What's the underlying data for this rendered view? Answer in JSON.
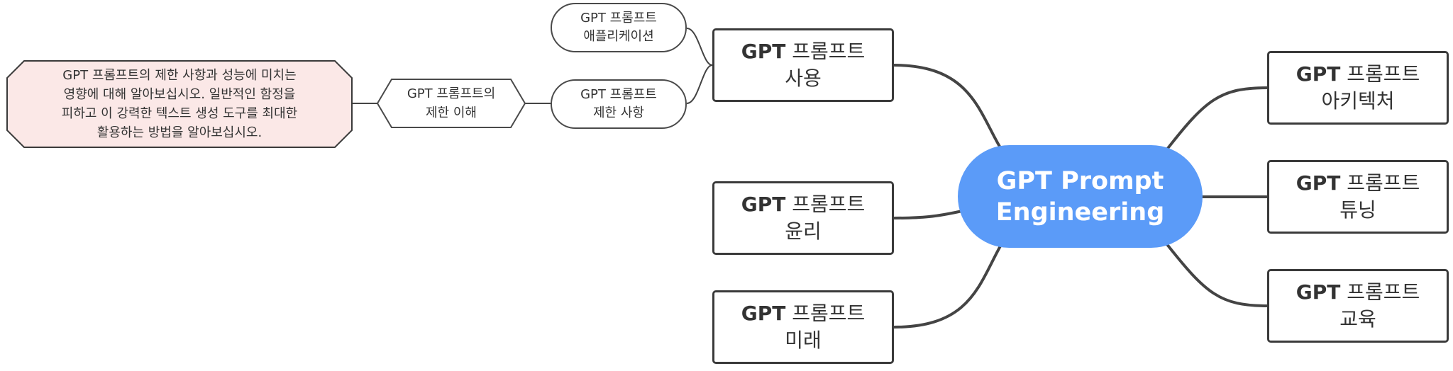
{
  "center": {
    "line1": "GPT Prompt",
    "line2": "Engineering"
  },
  "branches": {
    "usage": {
      "bold": "GPT",
      "rest": " 프롬프트",
      "line2": "사용"
    },
    "ethics": {
      "bold": "GPT",
      "rest": " 프롬프트",
      "line2": "윤리"
    },
    "future": {
      "bold": "GPT",
      "rest": " 프롬프트",
      "line2": "미래"
    },
    "architecture": {
      "bold": "GPT",
      "rest": " 프롬프트",
      "line2": "아키텍처"
    },
    "tuning": {
      "bold": "GPT",
      "rest": " 프롬프트",
      "line2": "튜닝"
    },
    "education": {
      "bold": "GPT",
      "rest": " 프롬프트",
      "line2": "교육"
    }
  },
  "subtopics": {
    "applications": {
      "line1": "GPT 프롬프트",
      "line2": "애플리케이션"
    },
    "limitations": {
      "line1": "GPT 프롬프트",
      "line2": "제한 사항"
    }
  },
  "detail": {
    "understanding": {
      "line1": "GPT 프롬프트의",
      "line2": "제한 이해"
    },
    "note": {
      "line1": "GPT 프롬프트의 제한 사항과 성능에 미치는",
      "line2": "영향에 대해 알아보십시오. 일반적인 함정을",
      "line3": "피하고 이 강력한 텍스트 생성 도구를 최대한",
      "line4": "활용하는 방법을 알아보십시오."
    }
  },
  "colors": {
    "center_fill": "#5b9bf8",
    "note_fill": "#fbe8e7",
    "border": "#3a3a3a",
    "connector": "#444444"
  }
}
